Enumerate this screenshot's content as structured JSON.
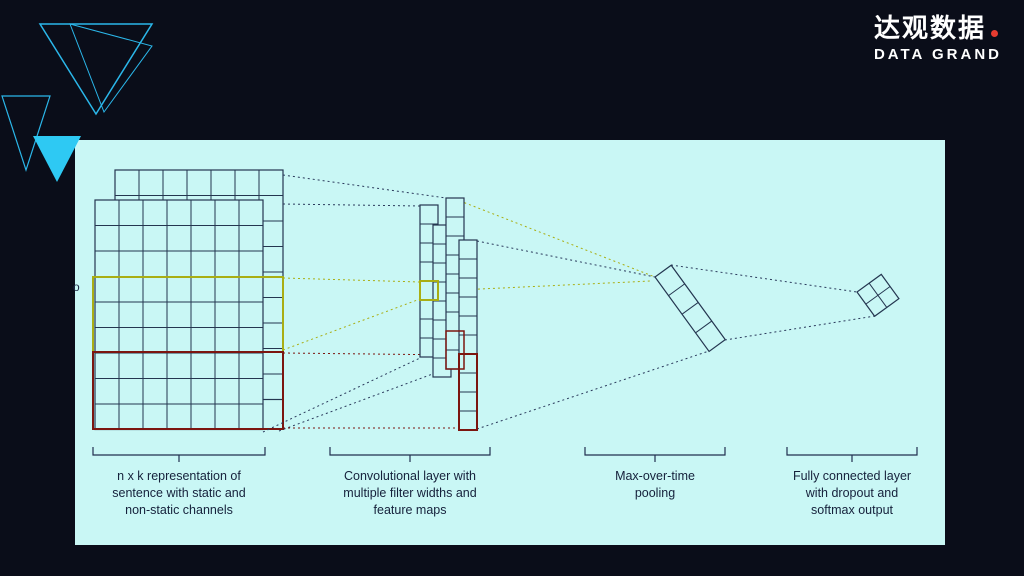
{
  "logo": {
    "cn": "达观数据",
    "en": "DATA GRAND"
  },
  "colors": {
    "background": "#0a0d19",
    "panel": "#c9f7f5",
    "accent_cyan": "#2bb7ea",
    "accent_cyan_fill": "#2ec9f3",
    "logo_dot_red": "#e63c30",
    "diagram_line": "#243650",
    "highlight_yellow": "#a9ae14",
    "highlight_red": "#7c150f"
  },
  "diagram": {
    "left_fragment": "o",
    "captions": [
      {
        "lines": [
          "n x k representation of",
          "sentence with static and",
          "non-static channels"
        ]
      },
      {
        "lines": [
          "Convolutional layer with",
          "multiple filter widths and",
          "feature maps"
        ]
      },
      {
        "lines": [
          "Max-over-time",
          "pooling"
        ]
      },
      {
        "lines": [
          "Fully connected layer",
          "with dropout and",
          "softmax output"
        ]
      }
    ]
  }
}
